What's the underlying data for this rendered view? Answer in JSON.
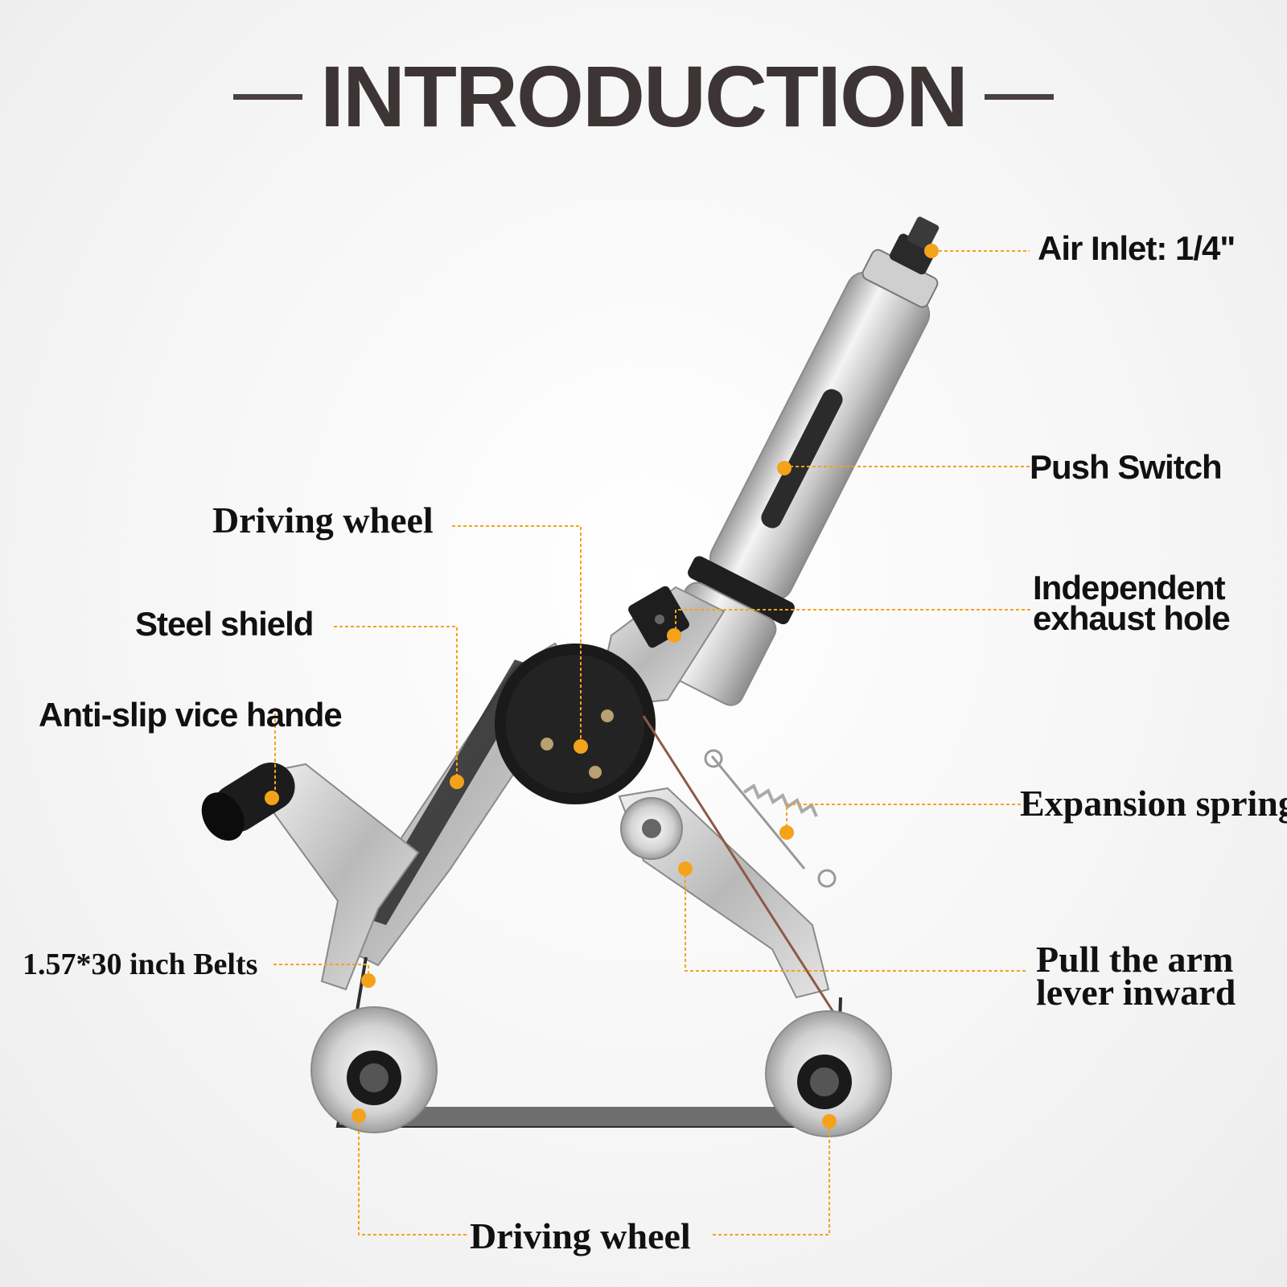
{
  "title": "INTRODUCTION",
  "colors": {
    "accent": "#f5a21b",
    "title": "#3d3535",
    "label": "#111111",
    "metal": "#c9c9c9",
    "dark": "#222222"
  },
  "callouts": {
    "air_inlet": "Air Inlet: 1/4\"",
    "push_switch": "Push Switch",
    "exhaust_line1": "Independent",
    "exhaust_line2": "exhaust hole",
    "expansion_spring": "Expansion spring",
    "pull_arm_line1": "Pull the arm",
    "pull_arm_line2": "lever inward",
    "driving_wheel_top": "Driving wheel",
    "steel_shield": "Steel shield",
    "anti_slip": "Anti-slip vice hande",
    "belts": "1.57*30 inch Belts",
    "driving_wheel_bottom": "Driving wheel"
  }
}
